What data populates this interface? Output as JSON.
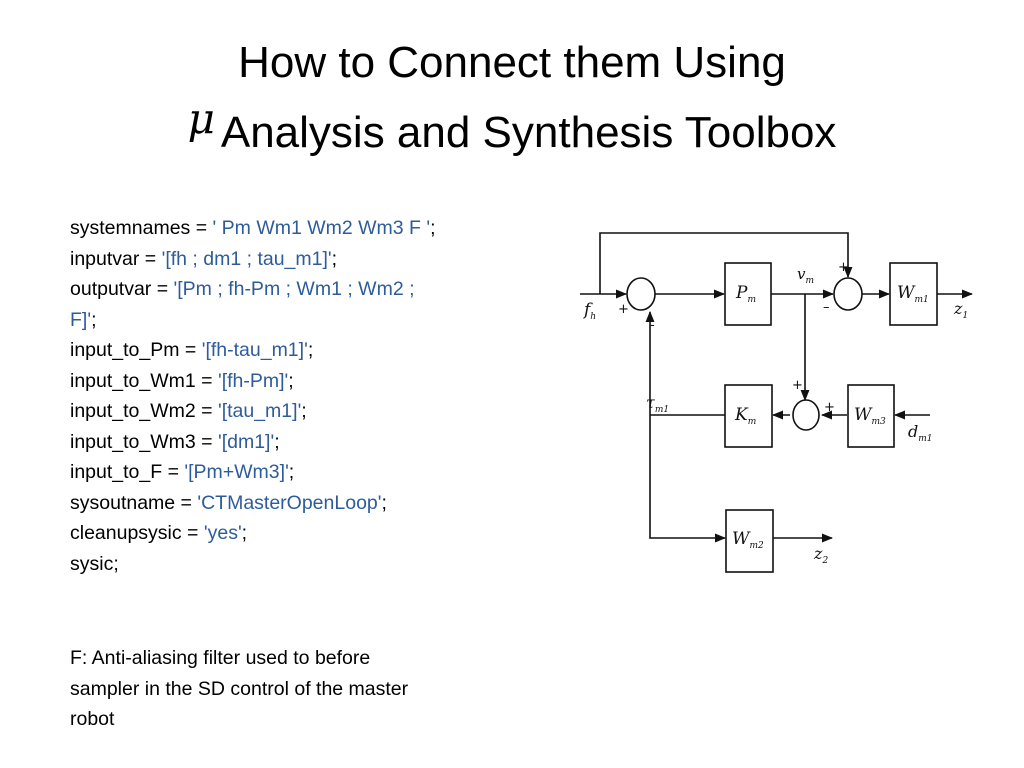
{
  "slide": {
    "title_line1": "How to Connect them Using",
    "title_symbol": "μ",
    "title_line2": "Analysis and Synthesis Toolbox"
  },
  "code": [
    {
      "pre": "systemnames = ",
      "str": "' Pm Wm1 Wm2 Wm3 F '",
      "post": ";"
    },
    {
      "pre": "inputvar = ",
      "str": "'[fh ; dm1 ; tau_m1]'",
      "post": ";"
    },
    {
      "pre": "outputvar = ",
      "str": "'[Pm ; fh-Pm ; Wm1 ; Wm2 ;",
      "post": ""
    },
    {
      "pre": "",
      "str": "F]'",
      "post": ";"
    },
    {
      "pre": "input_to_Pm = ",
      "str": "'[fh-tau_m1]'",
      "post": ";"
    },
    {
      "pre": "input_to_Wm1 = ",
      "str": "'[fh-Pm]'",
      "post": ";"
    },
    {
      "pre": "input_to_Wm2 = ",
      "str": "'[tau_m1]'",
      "post": ";"
    },
    {
      "pre": "input_to_Wm3 = ",
      "str": "'[dm1]'",
      "post": ";"
    },
    {
      "pre": "input_to_F = ",
      "str": "'[Pm+Wm3]'",
      "post": ";"
    },
    {
      "pre": "sysoutname = ",
      "str": "'CTMasterOpenLoop'",
      "post": ";"
    },
    {
      "pre": "cleanupsysic = ",
      "str": "'yes'",
      "post": ";"
    },
    {
      "pre": "sysic;",
      "str": "",
      "post": ""
    }
  ],
  "note": {
    "line1": "F: Anti-aliasing filter used to before",
    "line2": "sampler in the SD control of the master",
    "line3": "robot"
  },
  "colors": {
    "string": "#2e5c9a",
    "text": "#000000"
  },
  "diagram": {
    "blocks": {
      "pm": {
        "main": "P",
        "sub": "m"
      },
      "wm1": {
        "main": "W",
        "sub": "m1"
      },
      "km": {
        "main": "K",
        "sub": "m"
      },
      "wm3": {
        "main": "W",
        "sub": "m3"
      },
      "wm2": {
        "main": "W",
        "sub": "m2"
      }
    },
    "signals": {
      "fh": {
        "main": "f",
        "sub": "h"
      },
      "vm": {
        "main": "v",
        "sub": "m"
      },
      "z1": {
        "main": "z",
        "sub": "1"
      },
      "taum1": {
        "main": "τ",
        "sub": "m1"
      },
      "dm1": {
        "main": "d",
        "sub": "m1"
      },
      "z2": {
        "main": "z",
        "sub": "2"
      }
    },
    "signs": {
      "plus": "+",
      "minus": "-",
      "minus_long": "–"
    }
  }
}
